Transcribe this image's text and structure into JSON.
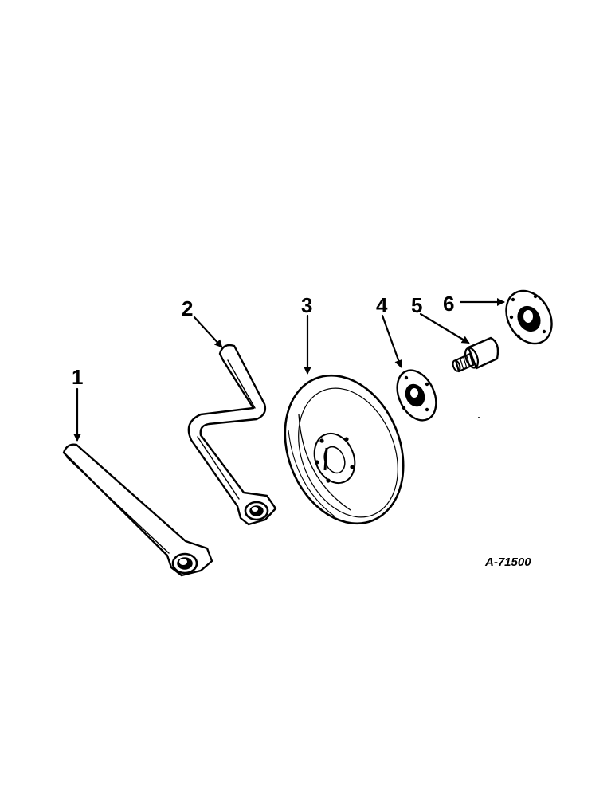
{
  "callouts": [
    "1",
    "2",
    "3",
    "4",
    "5",
    "6"
  ],
  "figure_ref": "A-71500"
}
